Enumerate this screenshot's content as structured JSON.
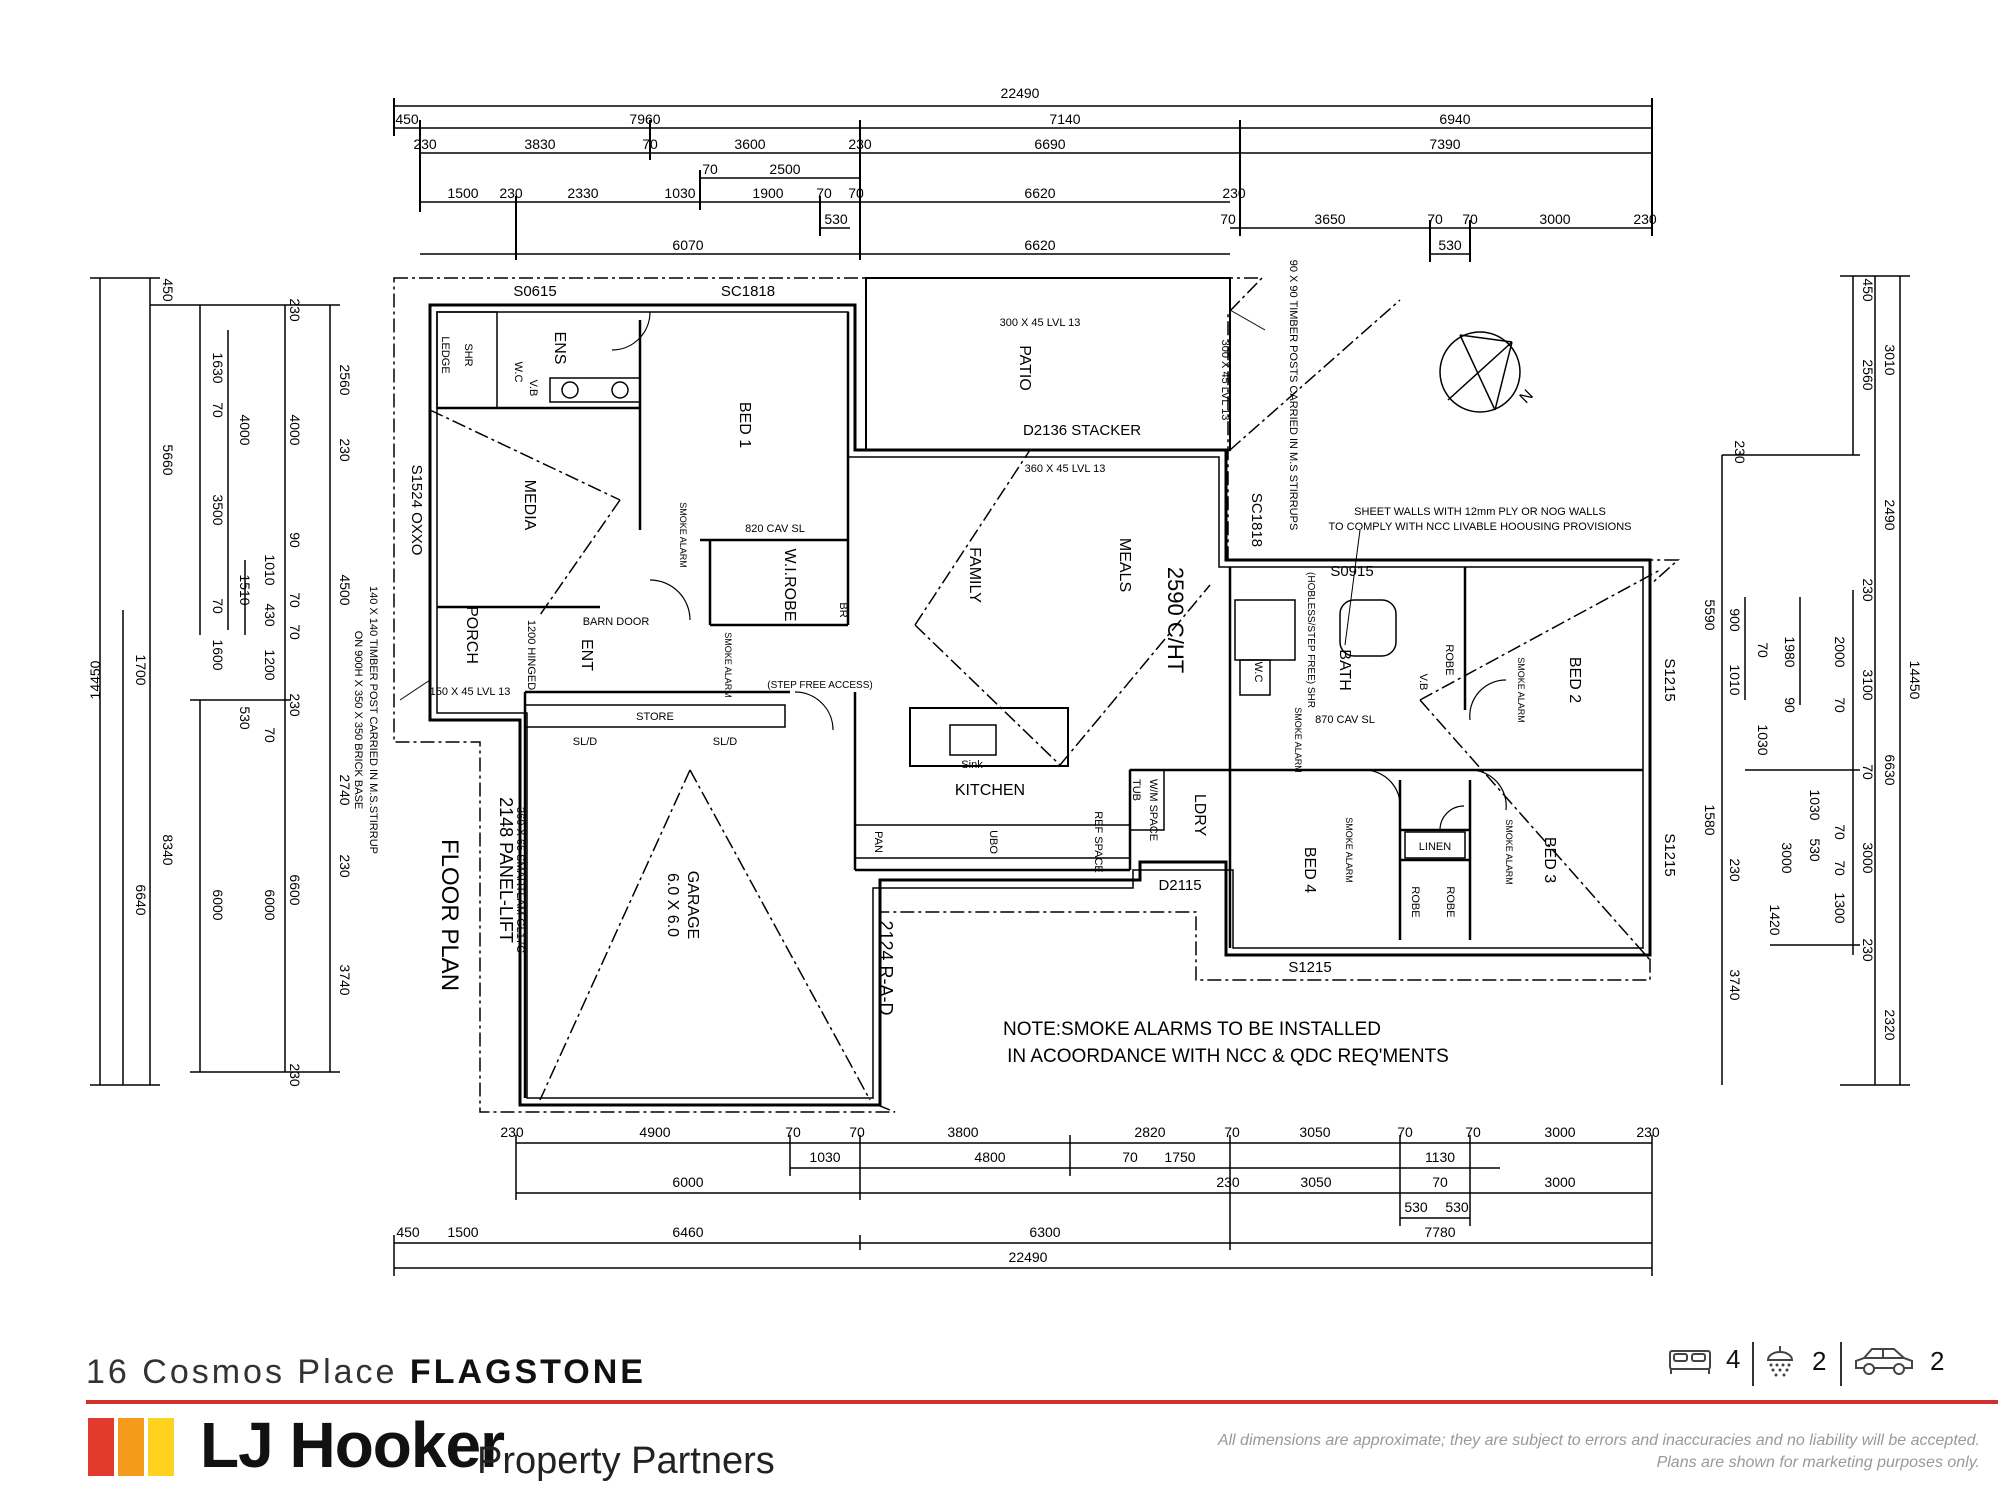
{
  "plan": {
    "rooms": {
      "ens": "ENS",
      "bed1": "BED 1",
      "patio": "PATIO",
      "media": "MEDIA",
      "family": "FAMILY",
      "meals": "MEALS",
      "kitchen": "KITCHEN",
      "sink": "Sink",
      "porch": "PORCH",
      "ent": "ENT",
      "store": "STORE",
      "garage": "GARAGE",
      "garage_size": "6.0 X 6.0",
      "floor_plan": "FLOOR PLAN",
      "bath": "BATH",
      "bed2": "BED 2",
      "bed3": "BED 3",
      "bed4": "BED 4",
      "ldry": "LDRY",
      "linen": "LINEN",
      "wirobe": "W.I.ROBE",
      "robe": "ROBE",
      "shr": "SHR",
      "ledge": "LEDGE",
      "tub": "TUB",
      "wm": "W/M SPACE",
      "ref": "REF SPACE",
      "pan": "PAN",
      "ubo": "UBO",
      "br": "BR",
      "vb": "V.B",
      "wc": "W.C"
    },
    "openings": {
      "s0615": "S0615",
      "sc1818_top": "SC1818",
      "d2136": "D2136 STACKER",
      "sc1818_side": "SC1818",
      "s1524": "S1524 OXXO",
      "s0915": "S0915",
      "s1215_a": "S1215",
      "s1215_b": "S1215",
      "s1215_c": "S1215",
      "d2115": "D2115",
      "panel_lift": "2148 PANEL-LIFT",
      "rad": "2124 R-A-D",
      "cav_bed1": "820 CAV SL",
      "cav_bath": "870 CAV SL",
      "barn": "BARN DOOR",
      "hinged": "1200 HINGED",
      "step_free": "(STEP FREE ACCESS)",
      "step_free_shr": "(HOBLESS/STEP FREE) SHR",
      "sld": "SL/D"
    },
    "notes": {
      "ceiling": "2590 C/HT",
      "beam1": "300 X 45 LVL 13",
      "beam2": "300 X 45 LVL 13",
      "beam3": "360 X 45 LVL 13",
      "beam_patio": "300 X 45 LVL 13",
      "posts": "90 X 90 TIMBER POSTS CARRIED IN M.S STIRRUPS",
      "sheet_walls_1": "SHEET WALLS WITH 12mm PLY OR NOG WALLS",
      "sheet_walls_2": "TO COMPLY WITH NCC LIVABLE HOOUSING PROVISIONS",
      "smoke_note_1": "NOTE:SMOKE ALARMS TO BE INSTALLED",
      "smoke_note_2": "IN ACOORDANCE WITH NCC & QDC REQ'MENTS",
      "timber_post_1": "140 X 140 TIMBER POST CARRIED IN M.S.STIRRUP",
      "timber_post_2": "ON 900H X 350 X 350 BRICK BASE",
      "lintel": "150 X 45 LVL 13",
      "smartlam": "360 X 65 SMARTLAM GL17C",
      "smoke": "SMOKE ALARM",
      "compass_n": "N"
    },
    "dims_top": {
      "row1": [
        "22490"
      ],
      "row2": [
        "450",
        "7960",
        "7140",
        "6940"
      ],
      "row3": [
        "230",
        "3830",
        "70",
        "3600",
        "230",
        "6690",
        "7390"
      ],
      "row4": [
        "70",
        "2500"
      ],
      "row5": [
        "1500",
        "230",
        "2330",
        "1030",
        "1900",
        "70",
        "70",
        "6620",
        "230"
      ],
      "row6": [
        "530",
        "70",
        "3650",
        "70",
        "70",
        "3000",
        "230"
      ],
      "row7": [
        "6070",
        "6620",
        "530"
      ]
    },
    "dims_bottom": {
      "row1": [
        "230",
        "4900",
        "70",
        "70",
        "3800",
        "2820",
        "70",
        "3050",
        "70",
        "70",
        "3000",
        "230"
      ],
      "row2": [
        "1030",
        "4800",
        "70",
        "1750",
        "1130"
      ],
      "row3": [
        "6000",
        "230",
        "3050",
        "70",
        "3000"
      ],
      "row4": [
        "530",
        "530"
      ],
      "row5": [
        "450",
        "1500",
        "6460",
        "6300",
        "7780"
      ],
      "row6": [
        "22490"
      ]
    },
    "dims_left": [
      "450",
      "230",
      "2560",
      "1630",
      "70",
      "4000",
      "4000",
      "230",
      "5660",
      "3500",
      "90",
      "1010",
      "70",
      "1510",
      "430",
      "70",
      "4500",
      "70",
      "1600",
      "1200",
      "14450",
      "1700",
      "230",
      "530",
      "70",
      "2740",
      "8340",
      "6640",
      "6000",
      "6000",
      "6600",
      "230",
      "3740",
      "230"
    ],
    "dims_right": [
      "450",
      "3010",
      "2560",
      "230",
      "2490",
      "14450",
      "230",
      "5590",
      "900",
      "1980",
      "2000",
      "70",
      "1010",
      "90",
      "3100",
      "70",
      "1030",
      "70",
      "6630",
      "1580",
      "1030",
      "70",
      "530",
      "3000",
      "3000",
      "70",
      "1420",
      "1300",
      "230",
      "3740",
      "230",
      "2320"
    ]
  },
  "footer": {
    "address": "16 Cosmos Place",
    "suburb": "FLAGSTONE",
    "brand": "LJ Hooker",
    "office": "Property Partners",
    "disclaimer_1": "All dimensions are approximate; they are subject to errors and inaccuracies and no liability will be accepted.",
    "disclaimer_2": "Plans are shown for marketing purposes only.",
    "features": {
      "bed": {
        "icon": "bed-icon",
        "count": "4"
      },
      "bath": {
        "icon": "shower-icon",
        "count": "2"
      },
      "car": {
        "icon": "car-icon",
        "count": "2"
      }
    }
  },
  "colors": {
    "accent_red": "#d0312d",
    "logo_red": "#e23b2e",
    "logo_orange": "#f59a1b",
    "logo_yellow": "#ffd21f"
  }
}
